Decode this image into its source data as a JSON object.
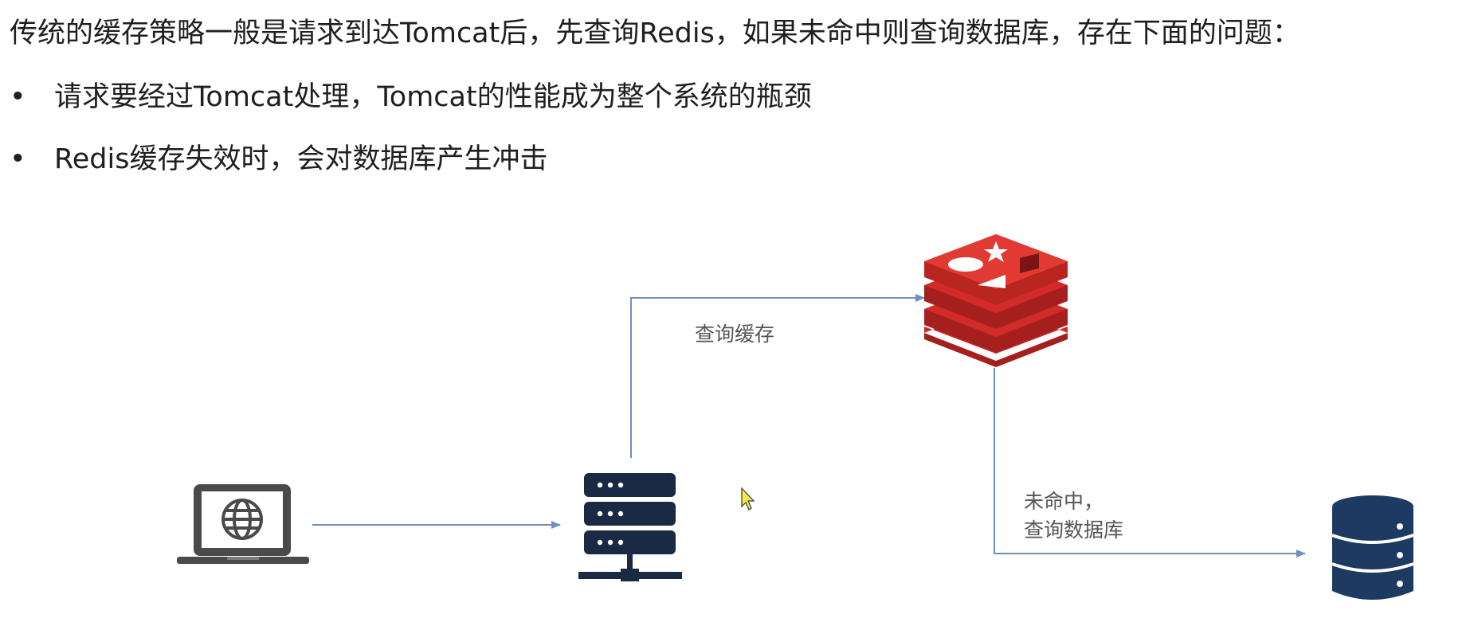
{
  "heading": "传统的缓存策略一般是请求到达Tomcat后，先查询Redis，如果未命中则查询数据库，存在下面的问题：",
  "bullets": [
    {
      "marker": "•",
      "text": "请求要经过Tomcat处理，Tomcat的性能成为整个系统的瓶颈"
    },
    {
      "marker": "•",
      "text": "Redis缓存失效时，会对数据库产生冲击"
    }
  ],
  "diagram": {
    "edge_query_cache_label": "查询缓存",
    "edge_miss_label_line1": "未命中，",
    "edge_miss_label_line2": "查询数据库",
    "nodes": {
      "client": "laptop-globe-icon",
      "server": "server-rack-icon",
      "cache": "redis-logo",
      "database": "database-icon"
    },
    "colors": {
      "arrow": "#6f8fbf",
      "server": "#1b2a44",
      "database": "#1d3a63",
      "redis": "#d32a2a",
      "laptop": "#4a4a4a"
    }
  }
}
